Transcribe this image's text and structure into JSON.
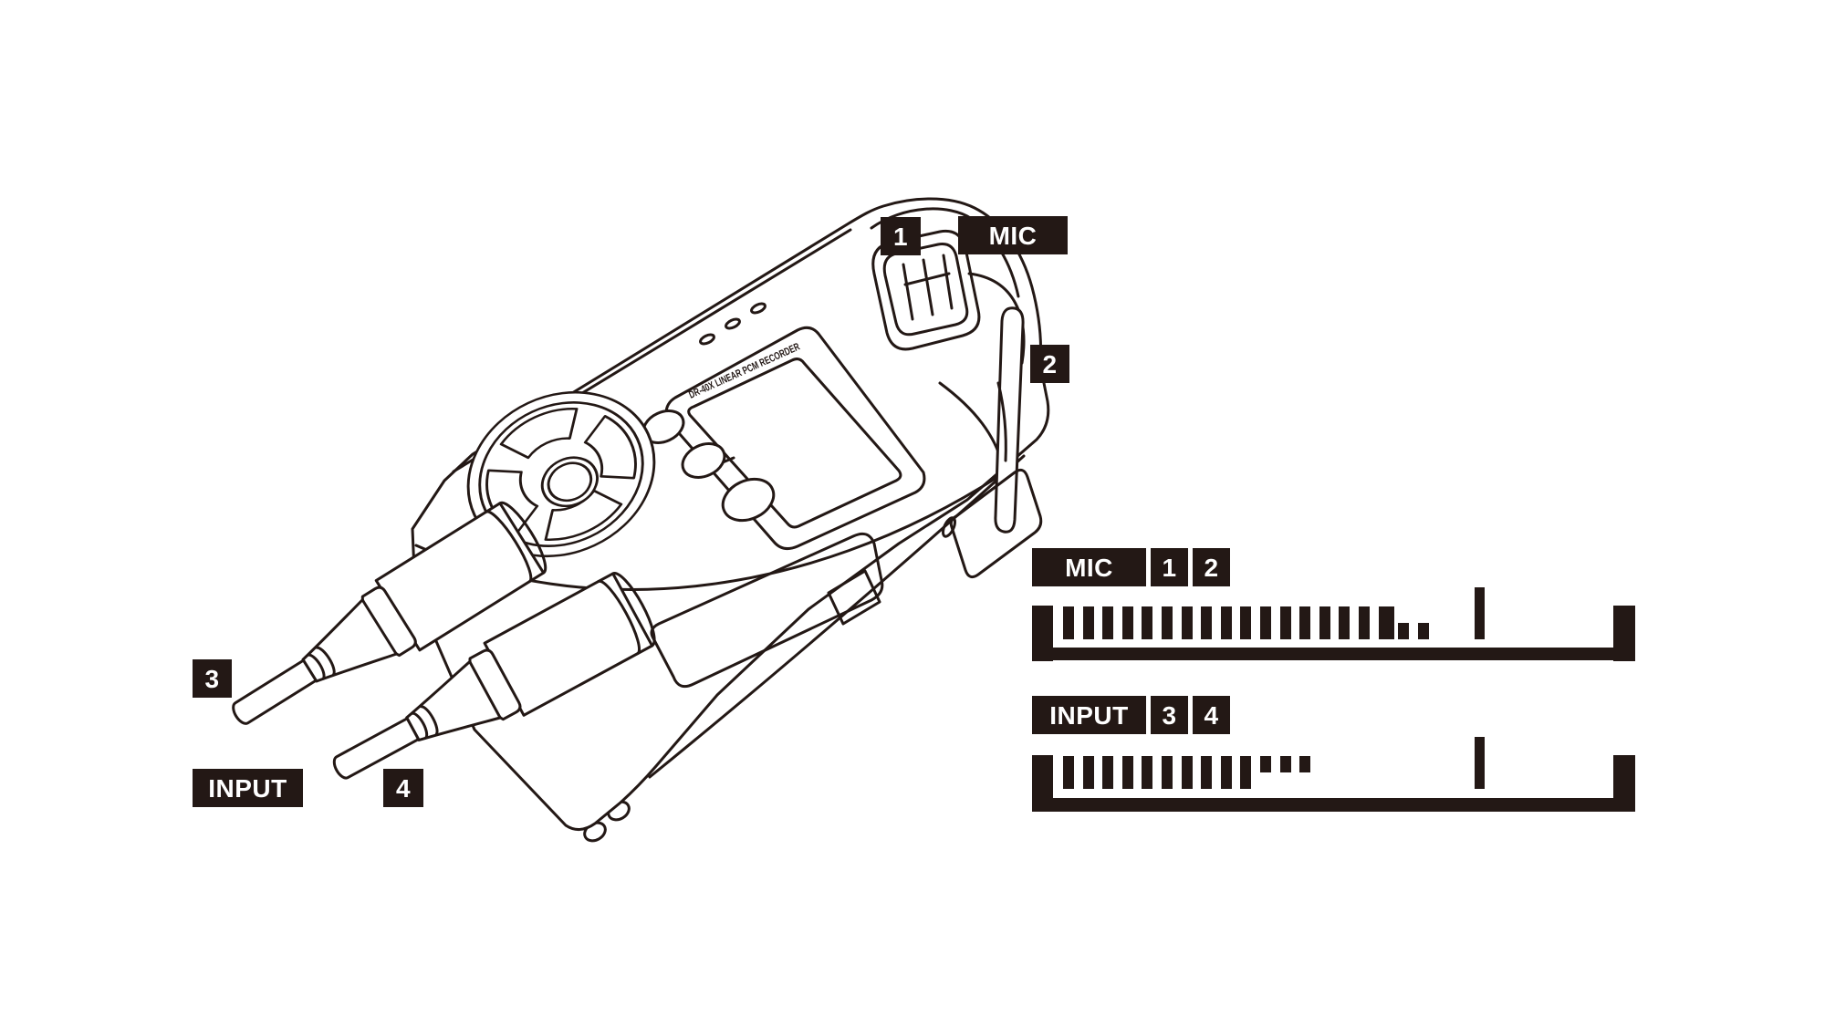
{
  "page": {
    "background": "#ffffff"
  },
  "colors": {
    "ink": "#231815",
    "badge_bg": "#231815",
    "badge_text": "#ffffff"
  },
  "device": {
    "body_text": "DR-40X LINEAR PCM RECORDER"
  },
  "callouts": {
    "n1": "1",
    "mic": "MIC",
    "n2": "2",
    "n3": "3",
    "input": "INPUT",
    "n4": "4"
  },
  "meters": {
    "mic": {
      "badges": [
        "MIC",
        "1",
        "2"
      ],
      "bars": [
        "t",
        "t",
        "t",
        "t",
        "t",
        "t",
        "t",
        "t",
        "t",
        "t",
        "t",
        "t",
        "t",
        "t",
        "t",
        "t",
        "w",
        "s",
        "s"
      ],
      "short_align": "bottom",
      "peak": true
    },
    "input": {
      "badges": [
        "INPUT",
        "3",
        "4"
      ],
      "bars": [
        "t",
        "t",
        "t",
        "t",
        "t",
        "t",
        "t",
        "t",
        "t",
        "t",
        "s",
        "s",
        "s"
      ],
      "short_align": "top",
      "peak": true
    }
  }
}
